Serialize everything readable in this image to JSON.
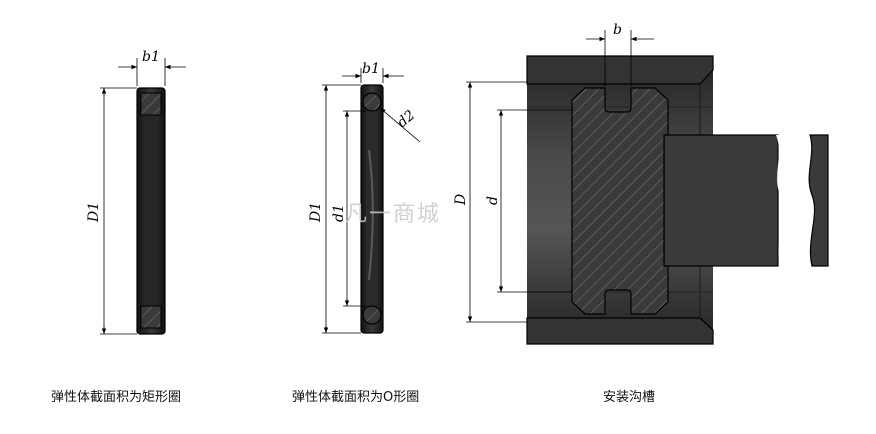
{
  "figure1": {
    "caption": "弹性体截面积为矩形圈",
    "labels": {
      "b1": "b1",
      "D1": "D1"
    }
  },
  "figure2": {
    "caption": "弹性体截面积为O形圈",
    "labels": {
      "b1": "b1",
      "D1": "D1",
      "d1": "d1",
      "d2": "d2"
    }
  },
  "figure3": {
    "caption": "安装沟槽",
    "labels": {
      "b": "b",
      "D": "D",
      "d": "d"
    }
  },
  "watermark": {
    "text": "凡一商城"
  },
  "colors": {
    "metal": "#2e2e2e",
    "ring": "#1c1c1c",
    "line": "#000000",
    "hatch": "#6a6a6a"
  }
}
